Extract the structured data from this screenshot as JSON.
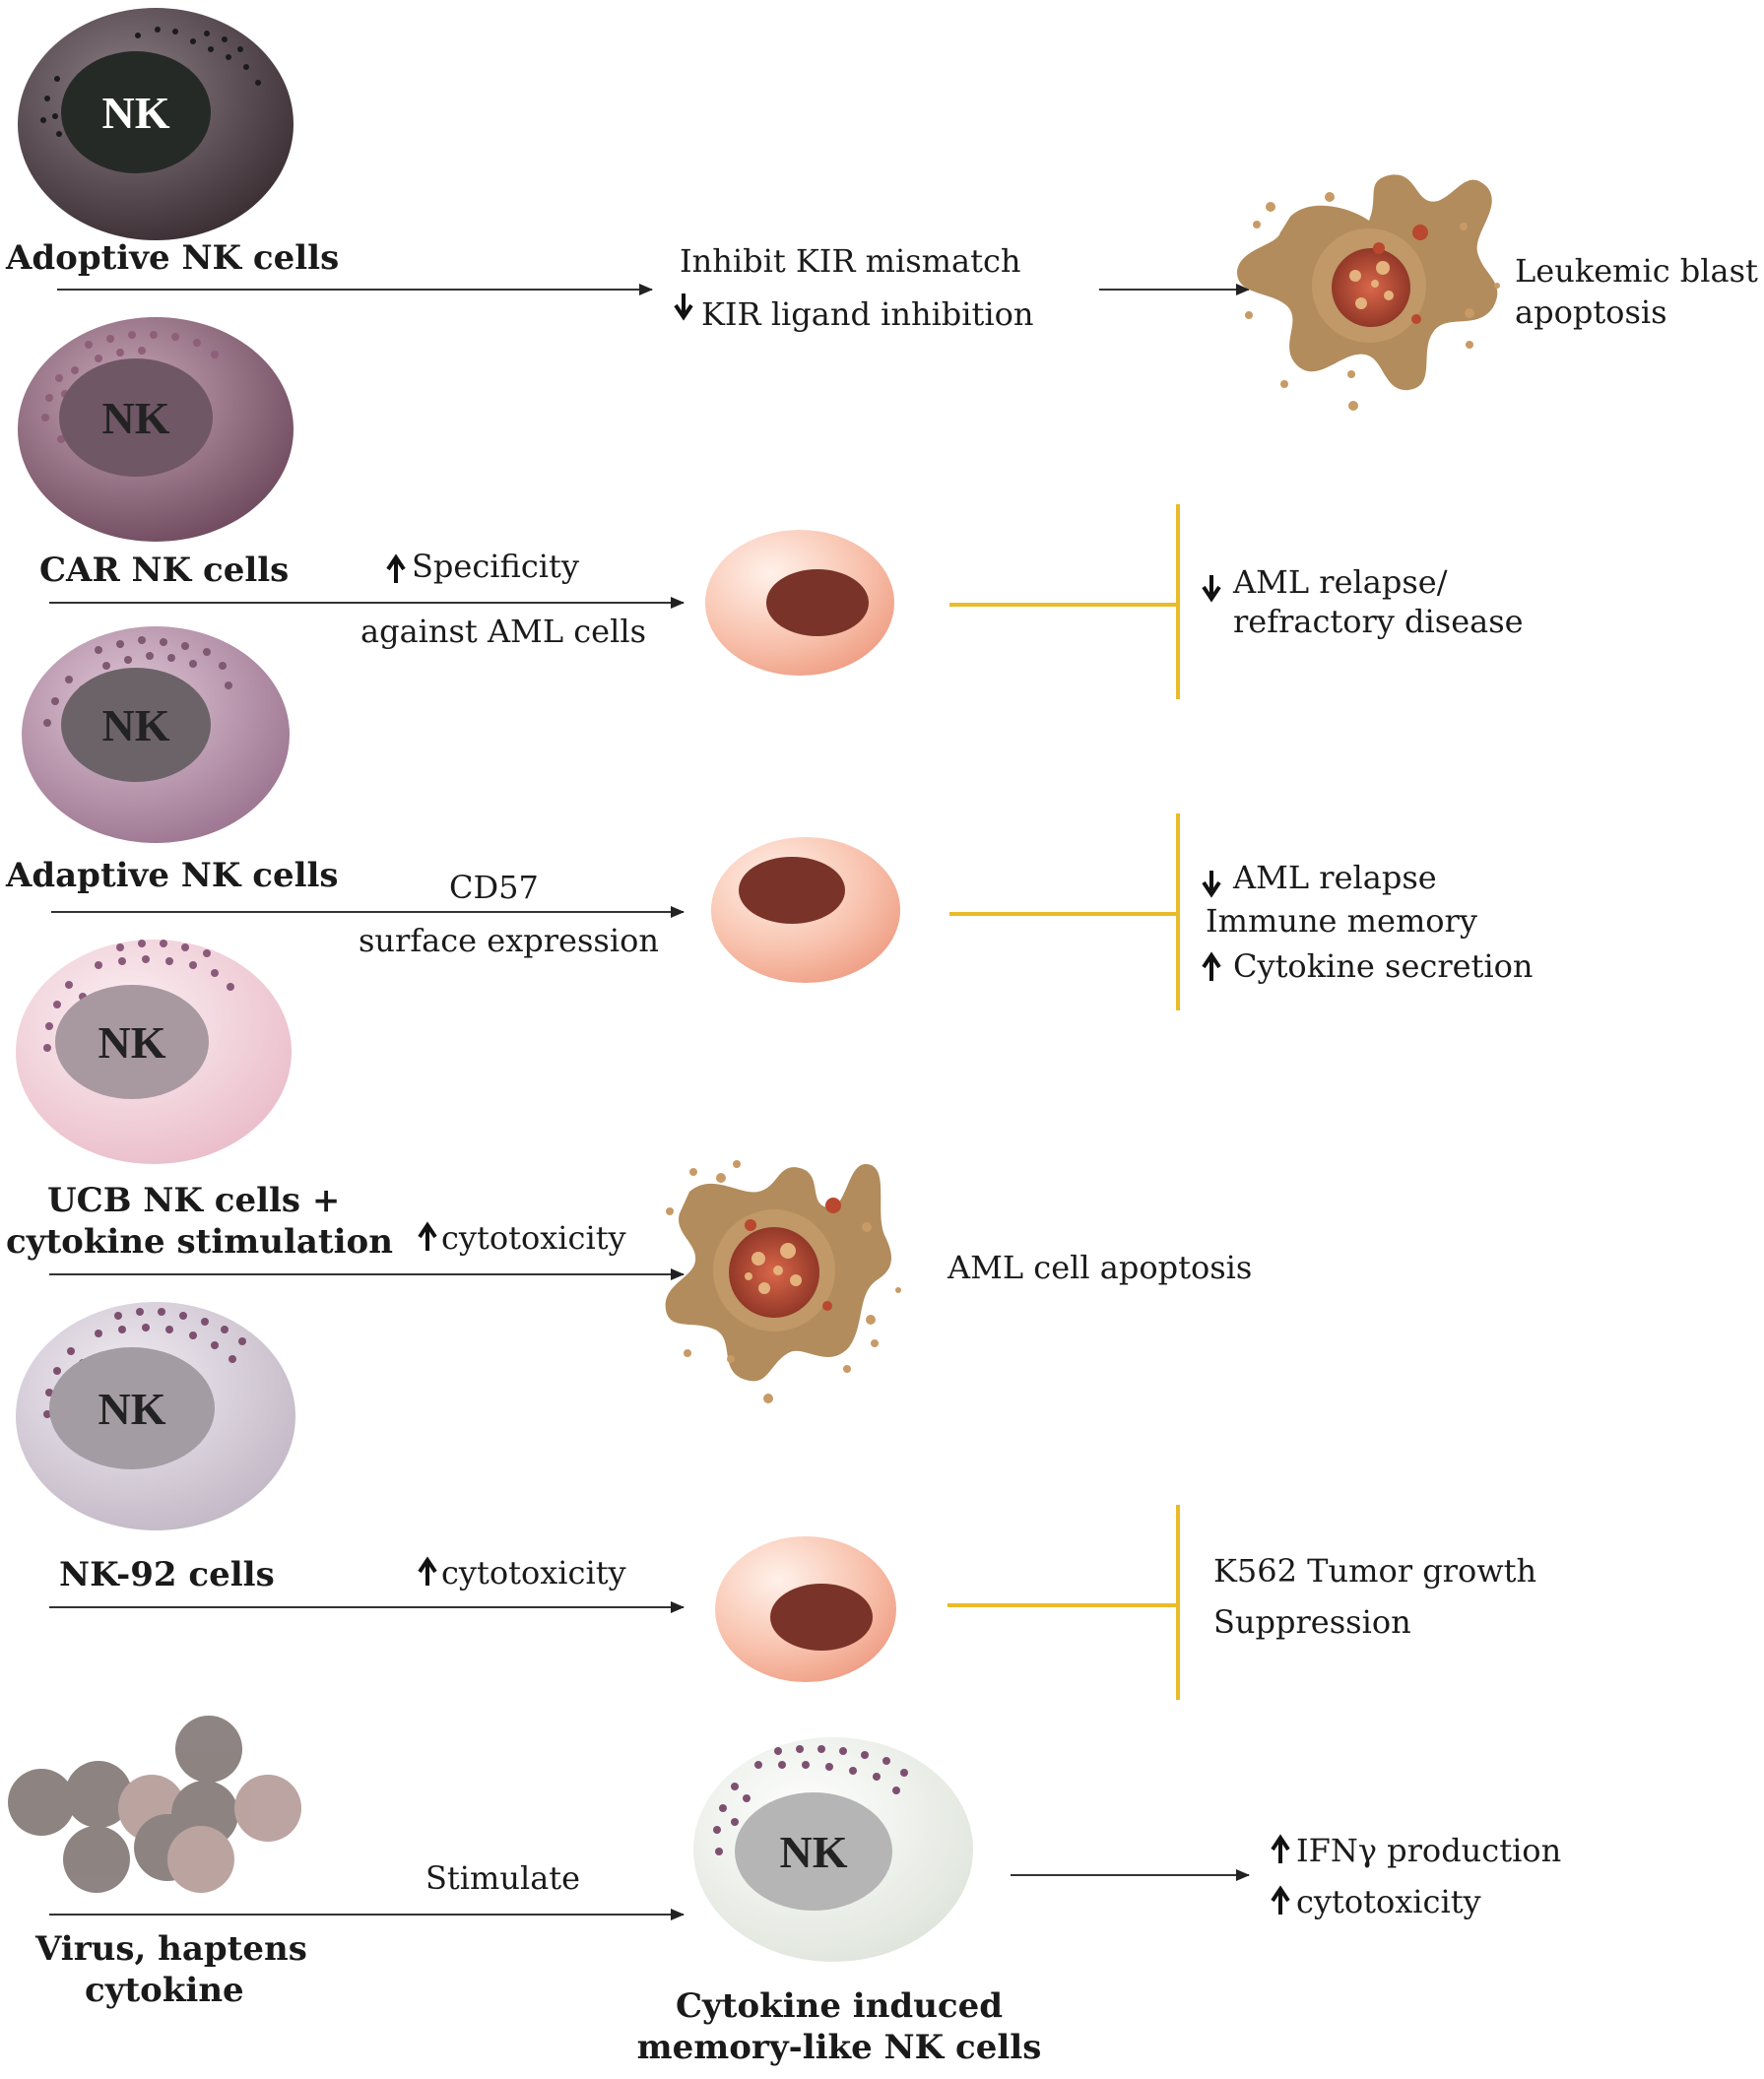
{
  "rows": [
    {
      "cell_label": "Adoptive NK cells",
      "nucleus_label": "NK",
      "mechanism": [
        "Inhibit KIR mismatch",
        "KIR ligand inhibition"
      ],
      "mechanism_arrows": [
        "",
        "down"
      ],
      "outcome": [
        "Leukemic blast",
        "apoptosis"
      ],
      "outcome_arrows": [
        "",
        ""
      ]
    },
    {
      "cell_label": "CAR NK cells",
      "nucleus_label": "NK",
      "mechanism": [
        "Specificity",
        "against AML cells"
      ],
      "mechanism_arrows": [
        "up",
        ""
      ],
      "outcome": [
        "AML relapse/",
        "refractory disease"
      ],
      "outcome_arrows": [
        "down",
        ""
      ]
    },
    {
      "cell_label": "Adaptive NK cells",
      "nucleus_label": "NK",
      "mechanism": [
        "CD57",
        "surface expression"
      ],
      "mechanism_arrows": [
        "",
        ""
      ],
      "outcome": [
        "AML relapse",
        "Immune memory",
        "Cytokine secretion"
      ],
      "outcome_arrows": [
        "down",
        "",
        "up"
      ]
    },
    {
      "cell_label": [
        "UCB NK cells +",
        "cytokine stimulation"
      ],
      "nucleus_label": "NK",
      "mechanism": [
        "cytotoxicity"
      ],
      "mechanism_arrows": [
        "up"
      ],
      "outcome": [
        "AML cell apoptosis"
      ],
      "outcome_arrows": [
        ""
      ]
    },
    {
      "cell_label": "NK-92 cells",
      "nucleus_label": "NK",
      "mechanism": [
        "cytotoxicity"
      ],
      "mechanism_arrows": [
        "up"
      ],
      "outcome": [
        "K562 Tumor growth",
        "Suppression"
      ],
      "outcome_arrows": [
        "",
        ""
      ]
    },
    {
      "cell_label": [
        "Virus, haptens",
        "cytokine"
      ],
      "mechanism": [
        "Stimulate"
      ],
      "mechanism_arrows": [
        ""
      ],
      "target_label": [
        "Cytokine induced",
        "memory-like NK cells"
      ],
      "nucleus_label": "NK",
      "outcome": [
        "IFNγ production",
        "cytotoxicity"
      ],
      "outcome_arrows": [
        "up",
        "up"
      ]
    }
  ],
  "colors": {
    "inhibition_bar": "#e9bb2a",
    "arrow": "#333333",
    "aml_cell_body": "#f5b49c",
    "aml_cell_nucleus": "#7a3328",
    "apoptotic_blast": "#b08a58"
  }
}
